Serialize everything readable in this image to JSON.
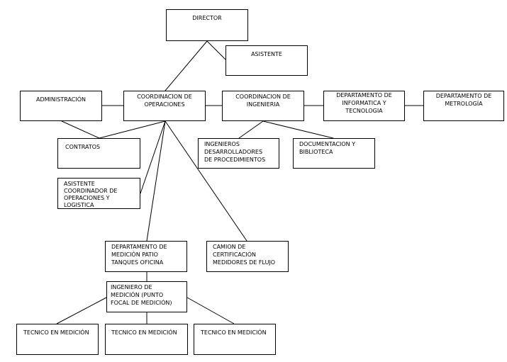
{
  "nodes": {
    "director": "DIRECTOR",
    "asistente": "ASISTENTE",
    "administracion": "ADMINISTRACIÓN",
    "coord_operaciones": "COORDINACION DE\nOPERACIONES",
    "coord_ingenieria": "COORDINACION DE\nINGENIERIA",
    "dept_informatica": "DEPARTAMENTO DE\nINFORMATICA Y\nTECNOLOGIA",
    "dept_metrologia": "DEPARTAMENTO DE\nMETROLOGÍA",
    "contratos": "CONTRATOS",
    "ingenieros_desarrolladores": "INGENIEROS\nDESARROLLADORES\nDE PROCEDIMIENTOS",
    "documentacion": "DOCUMENTACION Y\nBIBLIOTECA",
    "asistente_coordinador": "ASISTENTE\nCOORDINADOR DE\nOPERACIONES Y\nLOGISTICA",
    "dept_medicion_patio": "DEPARTAMENTO DE\nMEDICIÓN PATIO\nTANQUES OFICINA",
    "camion_certificacion": "CAMION DE\nCERTIFICACIÓN\nMEDIDORES DE FLUJO",
    "ingeniero_medicion": "INGENIERO DE\nMEDICIÓN (PUNTO\nFOCAL DE MEDICIÓN)",
    "tecnico_1": "TECNICO EN MEDICIÓN",
    "tecnico_2": "TECNICO EN MEDICIÓN",
    "tecnico_3": "TECNICO EN MEDICIÓN"
  }
}
